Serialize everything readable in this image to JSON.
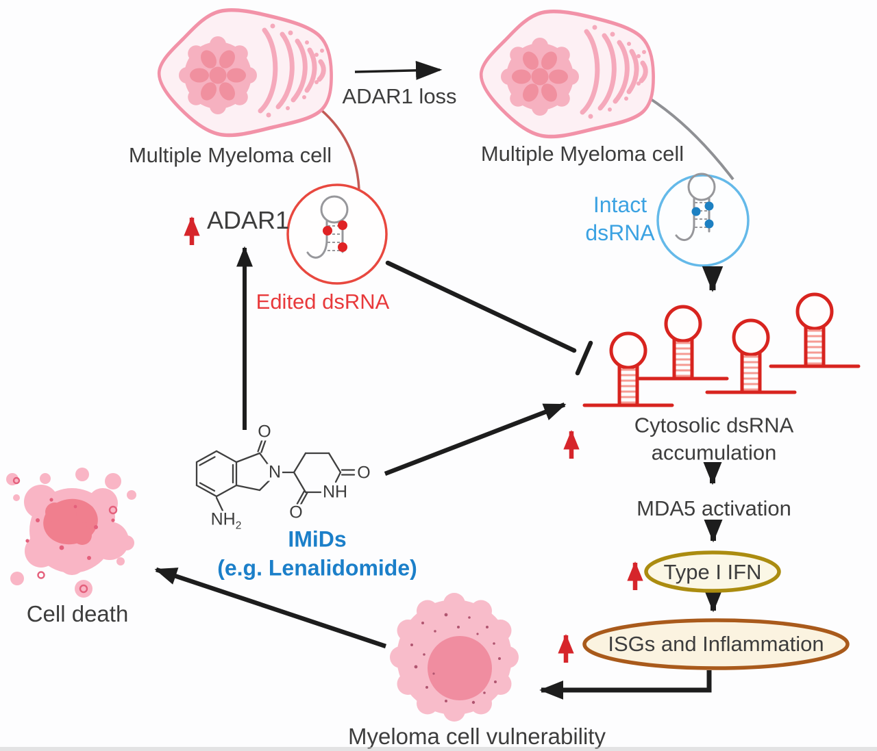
{
  "cells": {
    "top_left_label": "Multiple Myeloma cell",
    "top_right_label": "Multiple Myeloma cell",
    "death_label": "Cell death",
    "vulnerability_label": "Myeloma cell vulnerability"
  },
  "rna": {
    "edited_label": "Edited dsRNA",
    "intact_line1": "Intact",
    "intact_line2": "dsRNA"
  },
  "pathway": {
    "adar1_loss": "ADAR1 loss",
    "adar1": "ADAR1",
    "cytosolic_line1": "Cytosolic dsRNA",
    "cytosolic_line2": "accumulation",
    "mda5": "MDA5 activation",
    "type_i_ifn": "Type I IFN",
    "isgs": "ISGs and Inflammation"
  },
  "drug": {
    "name": "IMiDs",
    "example": "(e.g. Lenalidomide)",
    "atoms": {
      "o_top": "O",
      "n_ring": "N",
      "o_right": "O",
      "nh": "NH",
      "o_bottom": "O",
      "nh2_base": "NH",
      "nh2_sub": "2"
    }
  },
  "colors": {
    "increase_arrow_red": "#d6252b",
    "edited_text_red": "#e8393b",
    "intact_text_blue": "#3ba2e2",
    "blue_circle": "#64b9e9",
    "red_circle": "#e8483f",
    "imids_blue": "#1b7fc9",
    "ifn_ellipse_gold": "#ab8c10",
    "isgs_ellipse_brown": "#a95a1b",
    "cell_membrane_pink": "#f292a8",
    "hairpin_red": "#d8241f",
    "body_text": "#3d3d3d"
  }
}
